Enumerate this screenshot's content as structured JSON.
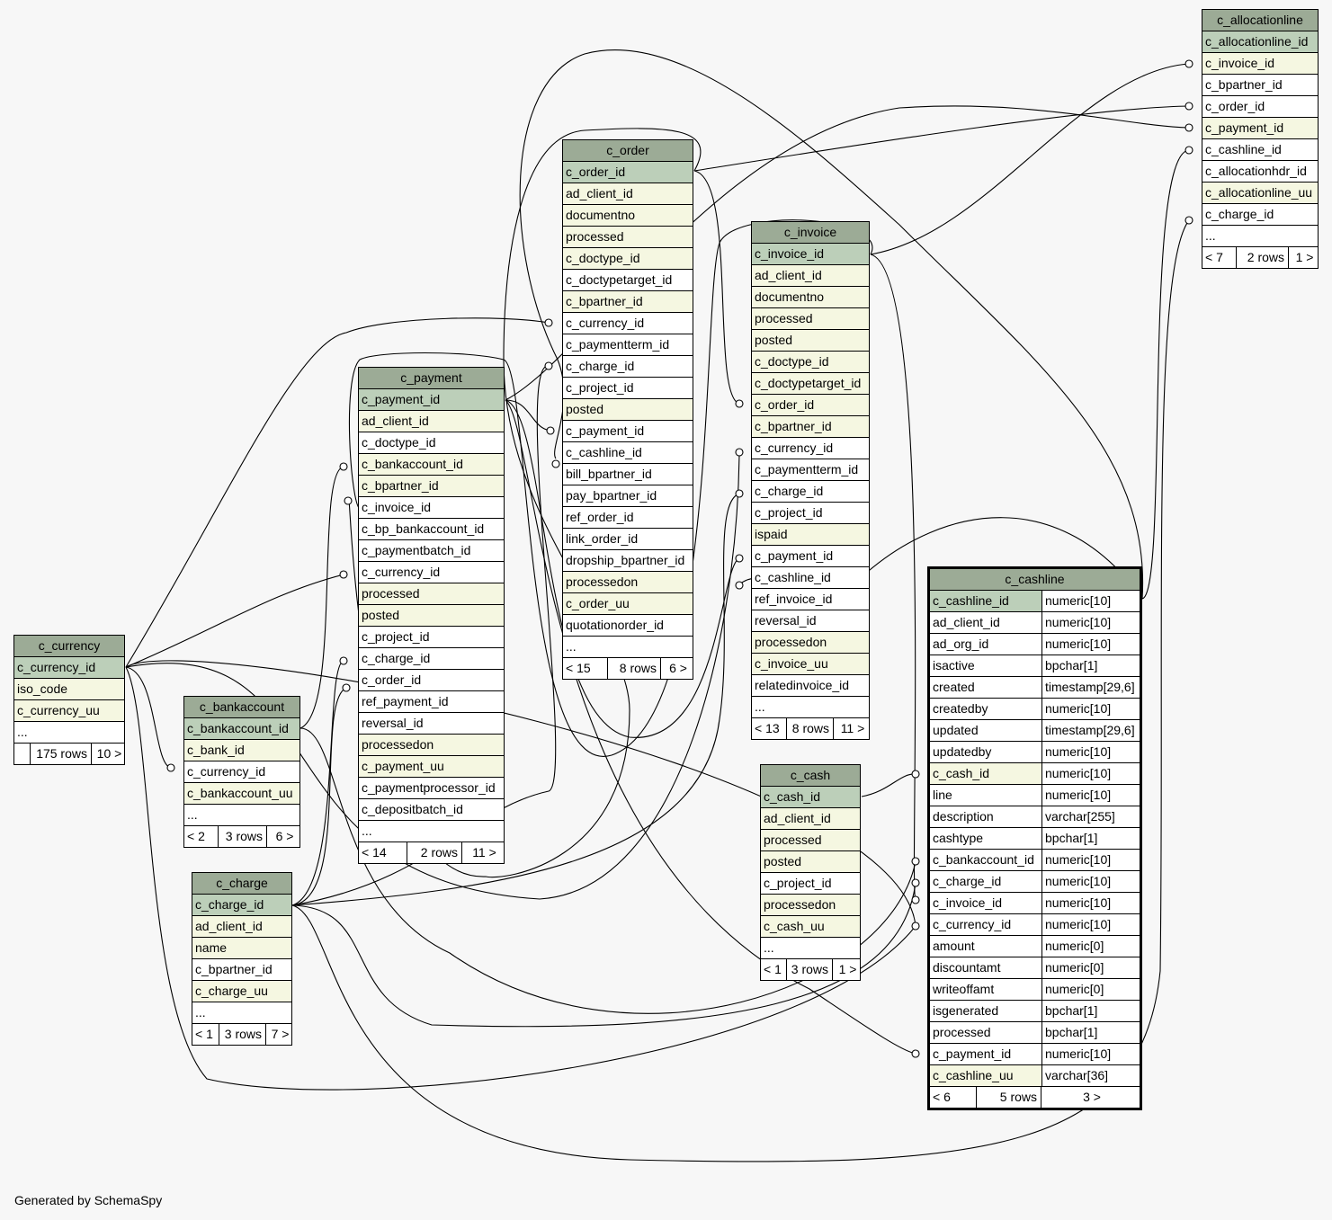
{
  "footer": {
    "generated_by": "Generated by SchemaSpy"
  },
  "colors": {
    "background": "#f7f7f7",
    "header": "#9cab96",
    "primary_key": "#bccfb9",
    "indexed": "#f5f7e1",
    "plain": "#ffffff",
    "border": "#000000"
  },
  "tables": [
    {
      "name": "c_currency",
      "columns": [
        {
          "name": "c_currency_id",
          "kind": "pk"
        },
        {
          "name": "iso_code",
          "kind": "idx"
        },
        {
          "name": "c_currency_uu",
          "kind": "idx"
        },
        {
          "name": "...",
          "kind": "plain"
        }
      ],
      "footer": {
        "parents": "",
        "rows": "175 rows",
        "children": "10 >"
      }
    },
    {
      "name": "c_bankaccount",
      "columns": [
        {
          "name": "c_bankaccount_id",
          "kind": "pk"
        },
        {
          "name": "c_bank_id",
          "kind": "idx"
        },
        {
          "name": "c_currency_id",
          "kind": "plain"
        },
        {
          "name": "c_bankaccount_uu",
          "kind": "idx"
        },
        {
          "name": "...",
          "kind": "plain"
        }
      ],
      "footer": {
        "parents": "< 2",
        "rows": "3 rows",
        "children": "6 >"
      }
    },
    {
      "name": "c_charge",
      "columns": [
        {
          "name": "c_charge_id",
          "kind": "pk"
        },
        {
          "name": "ad_client_id",
          "kind": "idx"
        },
        {
          "name": "name",
          "kind": "idx"
        },
        {
          "name": "c_bpartner_id",
          "kind": "plain"
        },
        {
          "name": "c_charge_uu",
          "kind": "idx"
        },
        {
          "name": "...",
          "kind": "plain"
        }
      ],
      "footer": {
        "parents": "< 1",
        "rows": "3 rows",
        "children": "7 >"
      }
    },
    {
      "name": "c_payment",
      "columns": [
        {
          "name": "c_payment_id",
          "kind": "pk"
        },
        {
          "name": "ad_client_id",
          "kind": "idx"
        },
        {
          "name": "c_doctype_id",
          "kind": "plain"
        },
        {
          "name": "c_bankaccount_id",
          "kind": "idx"
        },
        {
          "name": "c_bpartner_id",
          "kind": "idx"
        },
        {
          "name": "c_invoice_id",
          "kind": "plain"
        },
        {
          "name": "c_bp_bankaccount_id",
          "kind": "plain"
        },
        {
          "name": "c_paymentbatch_id",
          "kind": "plain"
        },
        {
          "name": "c_currency_id",
          "kind": "plain"
        },
        {
          "name": "processed",
          "kind": "idx"
        },
        {
          "name": "posted",
          "kind": "idx"
        },
        {
          "name": "c_project_id",
          "kind": "plain"
        },
        {
          "name": "c_charge_id",
          "kind": "plain"
        },
        {
          "name": "c_order_id",
          "kind": "plain"
        },
        {
          "name": "ref_payment_id",
          "kind": "plain"
        },
        {
          "name": "reversal_id",
          "kind": "plain"
        },
        {
          "name": "processedon",
          "kind": "idx"
        },
        {
          "name": "c_payment_uu",
          "kind": "idx"
        },
        {
          "name": "c_paymentprocessor_id",
          "kind": "plain"
        },
        {
          "name": "c_depositbatch_id",
          "kind": "plain"
        },
        {
          "name": "...",
          "kind": "plain"
        }
      ],
      "footer": {
        "parents": "< 14",
        "rows": "2 rows",
        "children": "11 >"
      }
    },
    {
      "name": "c_order",
      "columns": [
        {
          "name": "c_order_id",
          "kind": "pk"
        },
        {
          "name": "ad_client_id",
          "kind": "idx"
        },
        {
          "name": "documentno",
          "kind": "idx"
        },
        {
          "name": "processed",
          "kind": "idx"
        },
        {
          "name": "c_doctype_id",
          "kind": "idx"
        },
        {
          "name": "c_doctypetarget_id",
          "kind": "plain"
        },
        {
          "name": "c_bpartner_id",
          "kind": "idx"
        },
        {
          "name": "c_currency_id",
          "kind": "plain"
        },
        {
          "name": "c_paymentterm_id",
          "kind": "plain"
        },
        {
          "name": "c_charge_id",
          "kind": "plain"
        },
        {
          "name": "c_project_id",
          "kind": "plain"
        },
        {
          "name": "posted",
          "kind": "idx"
        },
        {
          "name": "c_payment_id",
          "kind": "plain"
        },
        {
          "name": "c_cashline_id",
          "kind": "plain"
        },
        {
          "name": "bill_bpartner_id",
          "kind": "plain"
        },
        {
          "name": "pay_bpartner_id",
          "kind": "plain"
        },
        {
          "name": "ref_order_id",
          "kind": "plain"
        },
        {
          "name": "link_order_id",
          "kind": "plain"
        },
        {
          "name": "dropship_bpartner_id",
          "kind": "plain"
        },
        {
          "name": "processedon",
          "kind": "idx"
        },
        {
          "name": "c_order_uu",
          "kind": "idx"
        },
        {
          "name": "quotationorder_id",
          "kind": "plain"
        },
        {
          "name": "...",
          "kind": "plain"
        }
      ],
      "footer": {
        "parents": "< 15",
        "rows": "8 rows",
        "children": "6 >"
      }
    },
    {
      "name": "c_invoice",
      "columns": [
        {
          "name": "c_invoice_id",
          "kind": "pk"
        },
        {
          "name": "ad_client_id",
          "kind": "idx"
        },
        {
          "name": "documentno",
          "kind": "idx"
        },
        {
          "name": "processed",
          "kind": "idx"
        },
        {
          "name": "posted",
          "kind": "idx"
        },
        {
          "name": "c_doctype_id",
          "kind": "idx"
        },
        {
          "name": "c_doctypetarget_id",
          "kind": "idx"
        },
        {
          "name": "c_order_id",
          "kind": "idx"
        },
        {
          "name": "c_bpartner_id",
          "kind": "idx"
        },
        {
          "name": "c_currency_id",
          "kind": "plain"
        },
        {
          "name": "c_paymentterm_id",
          "kind": "plain"
        },
        {
          "name": "c_charge_id",
          "kind": "plain"
        },
        {
          "name": "c_project_id",
          "kind": "plain"
        },
        {
          "name": "ispaid",
          "kind": "idx"
        },
        {
          "name": "c_payment_id",
          "kind": "plain"
        },
        {
          "name": "c_cashline_id",
          "kind": "plain"
        },
        {
          "name": "ref_invoice_id",
          "kind": "plain"
        },
        {
          "name": "reversal_id",
          "kind": "plain"
        },
        {
          "name": "processedon",
          "kind": "idx"
        },
        {
          "name": "c_invoice_uu",
          "kind": "idx"
        },
        {
          "name": "relatedinvoice_id",
          "kind": "plain"
        },
        {
          "name": "...",
          "kind": "plain"
        }
      ],
      "footer": {
        "parents": "< 13",
        "rows": "8 rows",
        "children": "11 >"
      }
    },
    {
      "name": "c_cash",
      "columns": [
        {
          "name": "c_cash_id",
          "kind": "pk"
        },
        {
          "name": "ad_client_id",
          "kind": "idx"
        },
        {
          "name": "processed",
          "kind": "idx"
        },
        {
          "name": "posted",
          "kind": "idx"
        },
        {
          "name": "c_project_id",
          "kind": "plain"
        },
        {
          "name": "processedon",
          "kind": "idx"
        },
        {
          "name": "c_cash_uu",
          "kind": "idx"
        },
        {
          "name": "...",
          "kind": "plain"
        }
      ],
      "footer": {
        "parents": "< 1",
        "rows": "3 rows",
        "children": "1 >"
      }
    },
    {
      "name": "c_allocationline",
      "columns": [
        {
          "name": "c_allocationline_id",
          "kind": "pk"
        },
        {
          "name": "c_invoice_id",
          "kind": "idx"
        },
        {
          "name": "c_bpartner_id",
          "kind": "plain"
        },
        {
          "name": "c_order_id",
          "kind": "plain"
        },
        {
          "name": "c_payment_id",
          "kind": "idx"
        },
        {
          "name": "c_cashline_id",
          "kind": "plain"
        },
        {
          "name": "c_allocationhdr_id",
          "kind": "plain"
        },
        {
          "name": "c_allocationline_uu",
          "kind": "idx"
        },
        {
          "name": "c_charge_id",
          "kind": "plain"
        },
        {
          "name": "...",
          "kind": "plain"
        }
      ],
      "footer": {
        "parents": "< 7",
        "rows": "2 rows",
        "children": "1 >"
      }
    },
    {
      "name": "c_cashline",
      "focus": true,
      "columns": [
        {
          "name": "c_cashline_id",
          "type": "numeric[10]",
          "kind": "pk"
        },
        {
          "name": "ad_client_id",
          "type": "numeric[10]",
          "kind": "plain"
        },
        {
          "name": "ad_org_id",
          "type": "numeric[10]",
          "kind": "plain"
        },
        {
          "name": "isactive",
          "type": "bpchar[1]",
          "kind": "plain"
        },
        {
          "name": "created",
          "type": "timestamp[29,6]",
          "kind": "plain"
        },
        {
          "name": "createdby",
          "type": "numeric[10]",
          "kind": "plain"
        },
        {
          "name": "updated",
          "type": "timestamp[29,6]",
          "kind": "plain"
        },
        {
          "name": "updatedby",
          "type": "numeric[10]",
          "kind": "plain"
        },
        {
          "name": "c_cash_id",
          "type": "numeric[10]",
          "kind": "idx"
        },
        {
          "name": "line",
          "type": "numeric[10]",
          "kind": "plain"
        },
        {
          "name": "description",
          "type": "varchar[255]",
          "kind": "plain"
        },
        {
          "name": "cashtype",
          "type": "bpchar[1]",
          "kind": "plain"
        },
        {
          "name": "c_bankaccount_id",
          "type": "numeric[10]",
          "kind": "plain"
        },
        {
          "name": "c_charge_id",
          "type": "numeric[10]",
          "kind": "plain"
        },
        {
          "name": "c_invoice_id",
          "type": "numeric[10]",
          "kind": "plain"
        },
        {
          "name": "c_currency_id",
          "type": "numeric[10]",
          "kind": "plain"
        },
        {
          "name": "amount",
          "type": "numeric[0]",
          "kind": "plain"
        },
        {
          "name": "discountamt",
          "type": "numeric[0]",
          "kind": "plain"
        },
        {
          "name": "writeoffamt",
          "type": "numeric[0]",
          "kind": "plain"
        },
        {
          "name": "isgenerated",
          "type": "bpchar[1]",
          "kind": "plain"
        },
        {
          "name": "processed",
          "type": "bpchar[1]",
          "kind": "plain"
        },
        {
          "name": "c_payment_id",
          "type": "numeric[10]",
          "kind": "plain"
        },
        {
          "name": "c_cashline_uu",
          "type": "varchar[36]",
          "kind": "idx"
        }
      ],
      "footer": {
        "parents": "< 6",
        "rows": "5 rows",
        "children": "3 >"
      }
    }
  ]
}
